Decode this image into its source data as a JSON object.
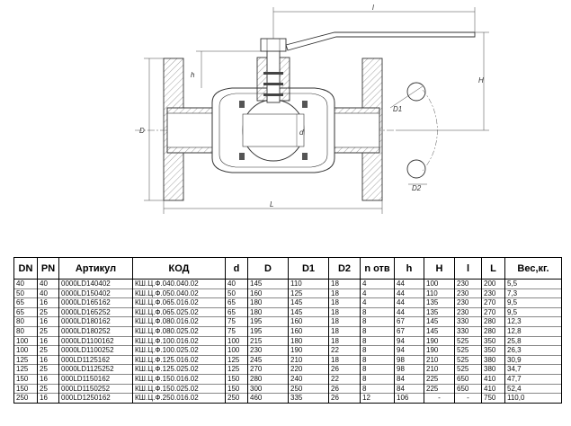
{
  "drawing": {
    "dims": {
      "D": "D",
      "h": "h",
      "d": "d",
      "D1": "D1",
      "D2": "D2",
      "H": "H",
      "L": "L",
      "l": "l"
    }
  },
  "table": {
    "headers": [
      "DN",
      "PN",
      "Артикул",
      "КОД",
      "d",
      "D",
      "D1",
      "D2",
      "n отв",
      "h",
      "H",
      "l",
      "L",
      "Вес,кг."
    ],
    "rows": [
      [
        "40",
        "40",
        "0000LD140402",
        "КШ.Ц.Ф.040.040.02",
        "40",
        "145",
        "110",
        "18",
        "4",
        "44",
        "100",
        "230",
        "200",
        "5,5"
      ],
      [
        "50",
        "40",
        "0000LD150402",
        "КШ.Ц.Ф.050.040.02",
        "50",
        "160",
        "125",
        "18",
        "4",
        "44",
        "110",
        "230",
        "230",
        "7,3"
      ],
      [
        "65",
        "16",
        "0000LD165162",
        "КШ.Ц.Ф.065.016.02",
        "65",
        "180",
        "145",
        "18",
        "4",
        "44",
        "135",
        "230",
        "270",
        "9,5"
      ],
      [
        "65",
        "25",
        "0000LD165252",
        "КШ.Ц.Ф.065.025.02",
        "65",
        "180",
        "145",
        "18",
        "8",
        "44",
        "135",
        "230",
        "270",
        "9,5"
      ],
      [
        "80",
        "16",
        "0000LD180162",
        "КШ.Ц.Ф.080.016.02",
        "75",
        "195",
        "160",
        "18",
        "8",
        "67",
        "145",
        "330",
        "280",
        "12,3"
      ],
      [
        "80",
        "25",
        "0000LD180252",
        "КШ.Ц.Ф.080.025.02",
        "75",
        "195",
        "160",
        "18",
        "8",
        "67",
        "145",
        "330",
        "280",
        "12,8"
      ],
      [
        "100",
        "16",
        "0000LD1100162",
        "КШ.Ц.Ф.100.016.02",
        "100",
        "215",
        "180",
        "18",
        "8",
        "94",
        "190",
        "525",
        "350",
        "25,8"
      ],
      [
        "100",
        "25",
        "0000LD1100252",
        "КШ.Ц.Ф.100.025.02",
        "100",
        "230",
        "190",
        "22",
        "8",
        "94",
        "190",
        "525",
        "350",
        "26,3"
      ],
      [
        "125",
        "16",
        "000LD1125162",
        "КШ.Ц.Ф.125.016.02",
        "125",
        "245",
        "210",
        "18",
        "8",
        "98",
        "210",
        "525",
        "380",
        "30,9"
      ],
      [
        "125",
        "25",
        "0000LD1125252",
        "КШ.Ц.Ф.125.025.02",
        "125",
        "270",
        "220",
        "26",
        "8",
        "98",
        "210",
        "525",
        "380",
        "34,7"
      ],
      [
        "150",
        "16",
        "000LD1150162",
        "КШ.Ц.Ф.150.016.02",
        "150",
        "280",
        "240",
        "22",
        "8",
        "84",
        "225",
        "650",
        "410",
        "47,7"
      ],
      [
        "150",
        "25",
        "000LD1150252",
        "КШ.Ц.Ф.150.025.02",
        "150",
        "300",
        "250",
        "26",
        "8",
        "84",
        "225",
        "650",
        "410",
        "52,4"
      ],
      [
        "250",
        "16",
        "000LD1250162",
        "КШ.Ц.Ф.250.016.02",
        "250",
        "460",
        "335",
        "26",
        "12",
        "106",
        "-",
        "-",
        "750",
        "110,0"
      ]
    ]
  }
}
